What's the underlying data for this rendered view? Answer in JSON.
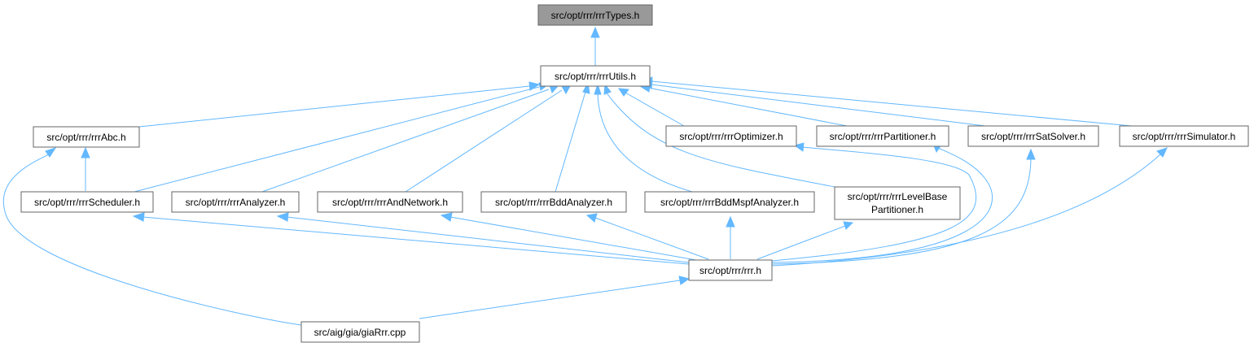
{
  "graph": {
    "accent_color": "#63b8ff",
    "nodes": {
      "types": {
        "label": "src/opt/rrr/rrrTypes.h",
        "root": true
      },
      "utils": {
        "label": "src/opt/rrr/rrrUtils.h"
      },
      "abc": {
        "label": "src/opt/rrr/rrrAbc.h"
      },
      "optimizer": {
        "label": "src/opt/rrr/rrrOptimizer.h"
      },
      "partitioner": {
        "label": "src/opt/rrr/rrrPartitioner.h"
      },
      "satsolver": {
        "label": "src/opt/rrr/rrrSatSolver.h"
      },
      "simulator": {
        "label": "src/opt/rrr/rrrSimulator.h"
      },
      "scheduler": {
        "label": "src/opt/rrr/rrrScheduler.h"
      },
      "analyzer": {
        "label": "src/opt/rrr/rrrAnalyzer.h"
      },
      "andnetwork": {
        "label": "src/opt/rrr/rrrAndNetwork.h"
      },
      "bddanalyzer": {
        "label": "src/opt/rrr/rrrBddAnalyzer.h"
      },
      "bddmspf": {
        "label": "src/opt/rrr/rrrBddMspfAnalyzer.h"
      },
      "levelbase": {
        "label_line1": "src/opt/rrr/rrrLevelBase",
        "label_line2": "Partitioner.h"
      },
      "rrr": {
        "label": "src/opt/rrr/rrr.h"
      },
      "giarrr": {
        "label": "src/aig/gia/giaRrr.cpp"
      }
    },
    "edges": [
      {
        "from": "utils",
        "to": "types"
      },
      {
        "from": "abc",
        "to": "utils"
      },
      {
        "from": "optimizer",
        "to": "utils"
      },
      {
        "from": "partitioner",
        "to": "utils"
      },
      {
        "from": "satsolver",
        "to": "utils"
      },
      {
        "from": "simulator",
        "to": "utils"
      },
      {
        "from": "scheduler",
        "to": "utils"
      },
      {
        "from": "analyzer",
        "to": "utils"
      },
      {
        "from": "andnetwork",
        "to": "utils"
      },
      {
        "from": "bddanalyzer",
        "to": "utils"
      },
      {
        "from": "bddmspf",
        "to": "utils"
      },
      {
        "from": "levelbase",
        "to": "utils"
      },
      {
        "from": "scheduler",
        "to": "abc"
      },
      {
        "from": "giarrr",
        "to": "abc"
      },
      {
        "from": "rrr",
        "to": "scheduler"
      },
      {
        "from": "rrr",
        "to": "analyzer"
      },
      {
        "from": "rrr",
        "to": "andnetwork"
      },
      {
        "from": "rrr",
        "to": "bddanalyzer"
      },
      {
        "from": "rrr",
        "to": "bddmspf"
      },
      {
        "from": "rrr",
        "to": "levelbase"
      },
      {
        "from": "rrr",
        "to": "optimizer"
      },
      {
        "from": "rrr",
        "to": "partitioner"
      },
      {
        "from": "rrr",
        "to": "satsolver"
      },
      {
        "from": "rrr",
        "to": "simulator"
      },
      {
        "from": "giarrr",
        "to": "rrr"
      }
    ]
  }
}
